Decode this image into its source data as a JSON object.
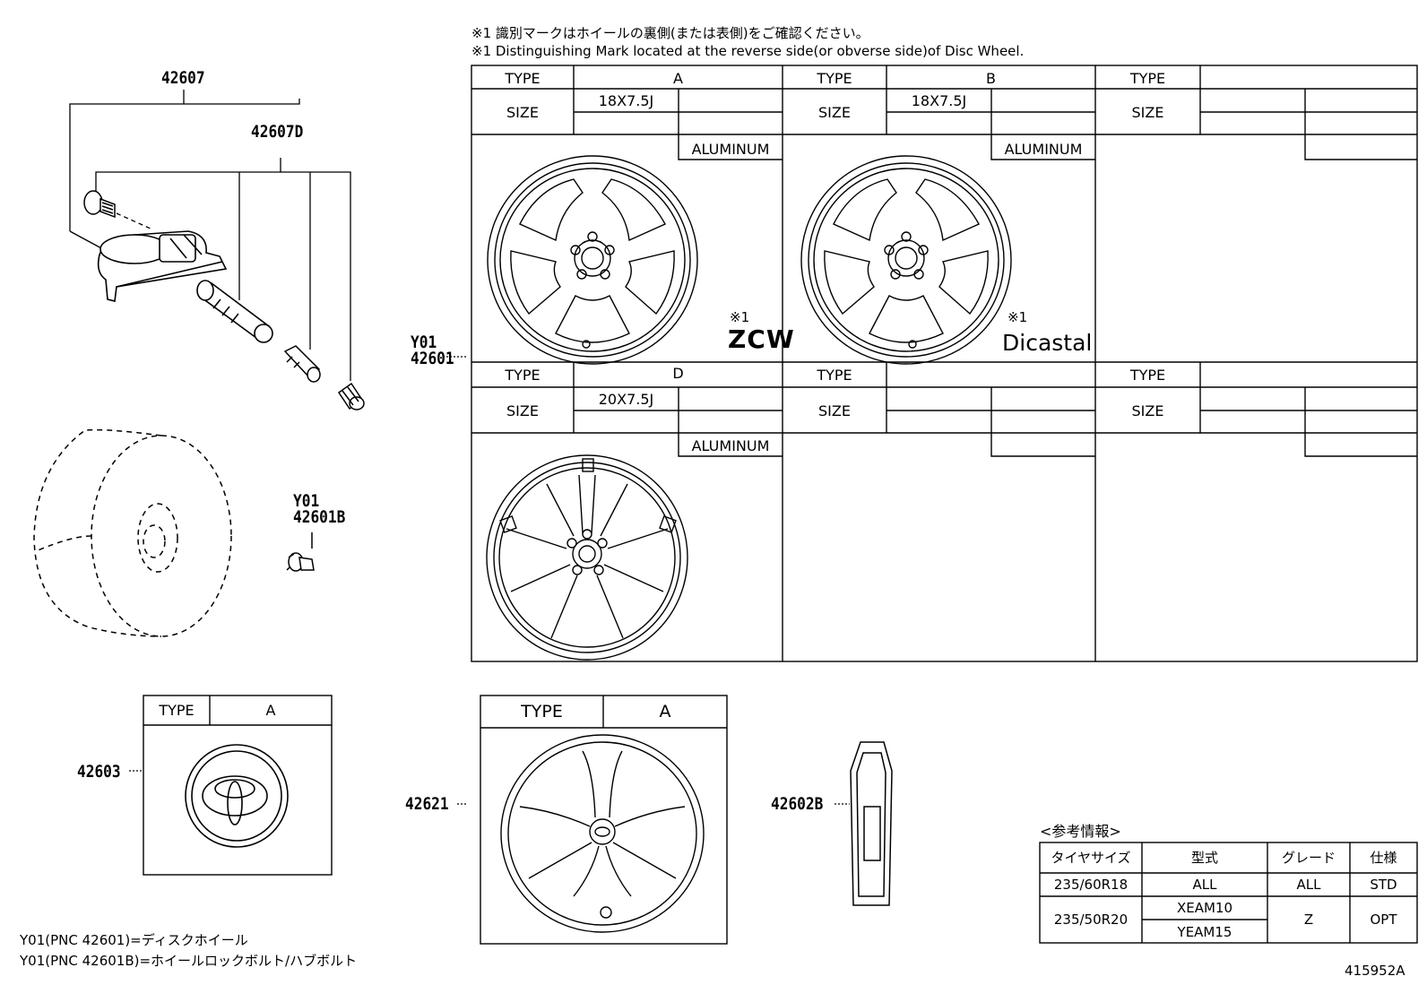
{
  "notes": {
    "jp": "※1 識別マークはホイールの裏側(または表側)をご確認ください。",
    "en": "※1 Distinguishing Mark located at the reverse side(or obverse side)of Disc Wheel."
  },
  "parts": {
    "p42607": "42607",
    "p42607d": "42607D",
    "y01_a": "Y01",
    "p42601": "42601",
    "y01_b": "Y01",
    "p42601b": "42601B",
    "p42603": "42603",
    "p42621": "42621",
    "p42602b": "42602B"
  },
  "wheel_table": {
    "type_label": "TYPE",
    "size_label": "SIZE",
    "cells": [
      {
        "type": "A",
        "size": "18X7.5J",
        "material": "ALUMINUM",
        "mark_ref": "※1",
        "mark": "ZCW"
      },
      {
        "type": "B",
        "size": "18X7.5J",
        "material": "ALUMINUM",
        "mark_ref": "※1",
        "mark": "Dicastal"
      },
      {
        "type": "",
        "size": "",
        "material": "",
        "mark_ref": "",
        "mark": ""
      },
      {
        "type": "D",
        "size": "20X7.5J",
        "material": "ALUMINUM",
        "mark_ref": "",
        "mark": ""
      },
      {
        "type": "",
        "size": "",
        "material": "",
        "mark_ref": "",
        "mark": ""
      },
      {
        "type": "",
        "size": "",
        "material": "",
        "mark_ref": "",
        "mark": ""
      }
    ]
  },
  "cap_table": {
    "type_label": "TYPE",
    "type_value": "A"
  },
  "cover_table": {
    "type_label": "TYPE",
    "type_value": "A"
  },
  "ref_info": {
    "title": "<参考情報>",
    "headers": [
      "タイヤサイズ",
      "型式",
      "グレード",
      "仕様"
    ],
    "rows": [
      {
        "tire": "235/60R18",
        "model": "ALL",
        "grade": "ALL",
        "spec": "STD"
      },
      {
        "tire": "235/50R20",
        "model_a": "XEAM10",
        "model_b": "YEAM15",
        "grade": "Z",
        "spec": "OPT"
      }
    ]
  },
  "footnotes": {
    "line1": "Y01(PNC 42601)=ディスクホイール",
    "line2": "Y01(PNC 42601B)=ホイールロックボルト/ハブボルト"
  },
  "diagram_id": "415952A"
}
